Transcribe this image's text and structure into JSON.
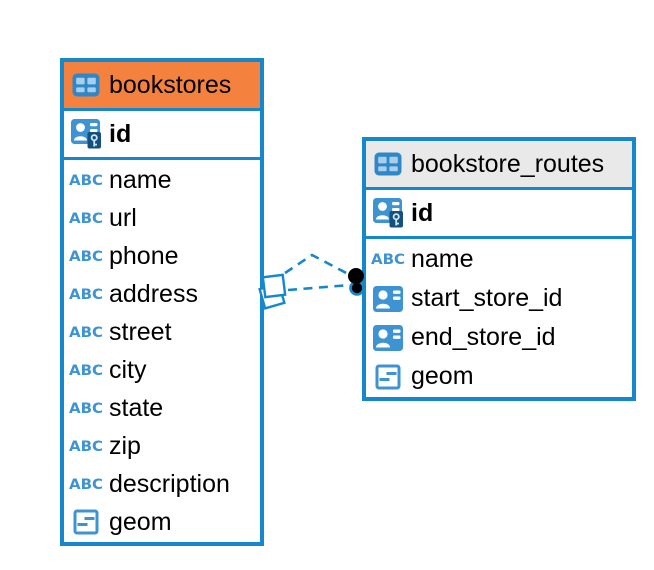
{
  "diagram": {
    "colors": {
      "accent_blue": "#1588CD",
      "icon_blue": "#3E93D3",
      "icon_blue_dark": "#2E87C9",
      "icon_blue_light": "#A8CEEA",
      "header_orange": "#F5813E",
      "header_gray": "#E9E9E9",
      "text_color": "#000000",
      "background": "#FFFFFF"
    },
    "tables": [
      {
        "title": "bookstores",
        "header_color": "#F5813E",
        "primary_key": {
          "name": "id",
          "type": "ref-key"
        },
        "columns": [
          {
            "name": "name",
            "type": "text"
          },
          {
            "name": "url",
            "type": "text"
          },
          {
            "name": "phone",
            "type": "text"
          },
          {
            "name": "address",
            "type": "text"
          },
          {
            "name": "street",
            "type": "text"
          },
          {
            "name": "city",
            "type": "text"
          },
          {
            "name": "state",
            "type": "text"
          },
          {
            "name": "zip",
            "type": "text"
          },
          {
            "name": "description",
            "type": "text"
          },
          {
            "name": "geom",
            "type": "object"
          }
        ]
      },
      {
        "title": "bookstore_routes",
        "header_color": "#E9E9E9",
        "primary_key": {
          "name": "id",
          "type": "ref-key"
        },
        "columns": [
          {
            "name": "name",
            "type": "text"
          },
          {
            "name": "start_store_id",
            "type": "ref"
          },
          {
            "name": "end_store_id",
            "type": "ref"
          },
          {
            "name": "geom",
            "type": "object"
          }
        ]
      }
    ],
    "relationships": [
      {
        "from_table": "bookstore_routes",
        "to_table": "bookstores",
        "style": "dashed"
      },
      {
        "from_table": "bookstore_routes",
        "to_table": "bookstores",
        "style": "dashed"
      }
    ],
    "type_icons": {
      "text": "varchar-type-icon",
      "ref": "reference-type-icon",
      "ref-key": "primary-key-reference-icon",
      "object": "object-type-icon"
    }
  }
}
